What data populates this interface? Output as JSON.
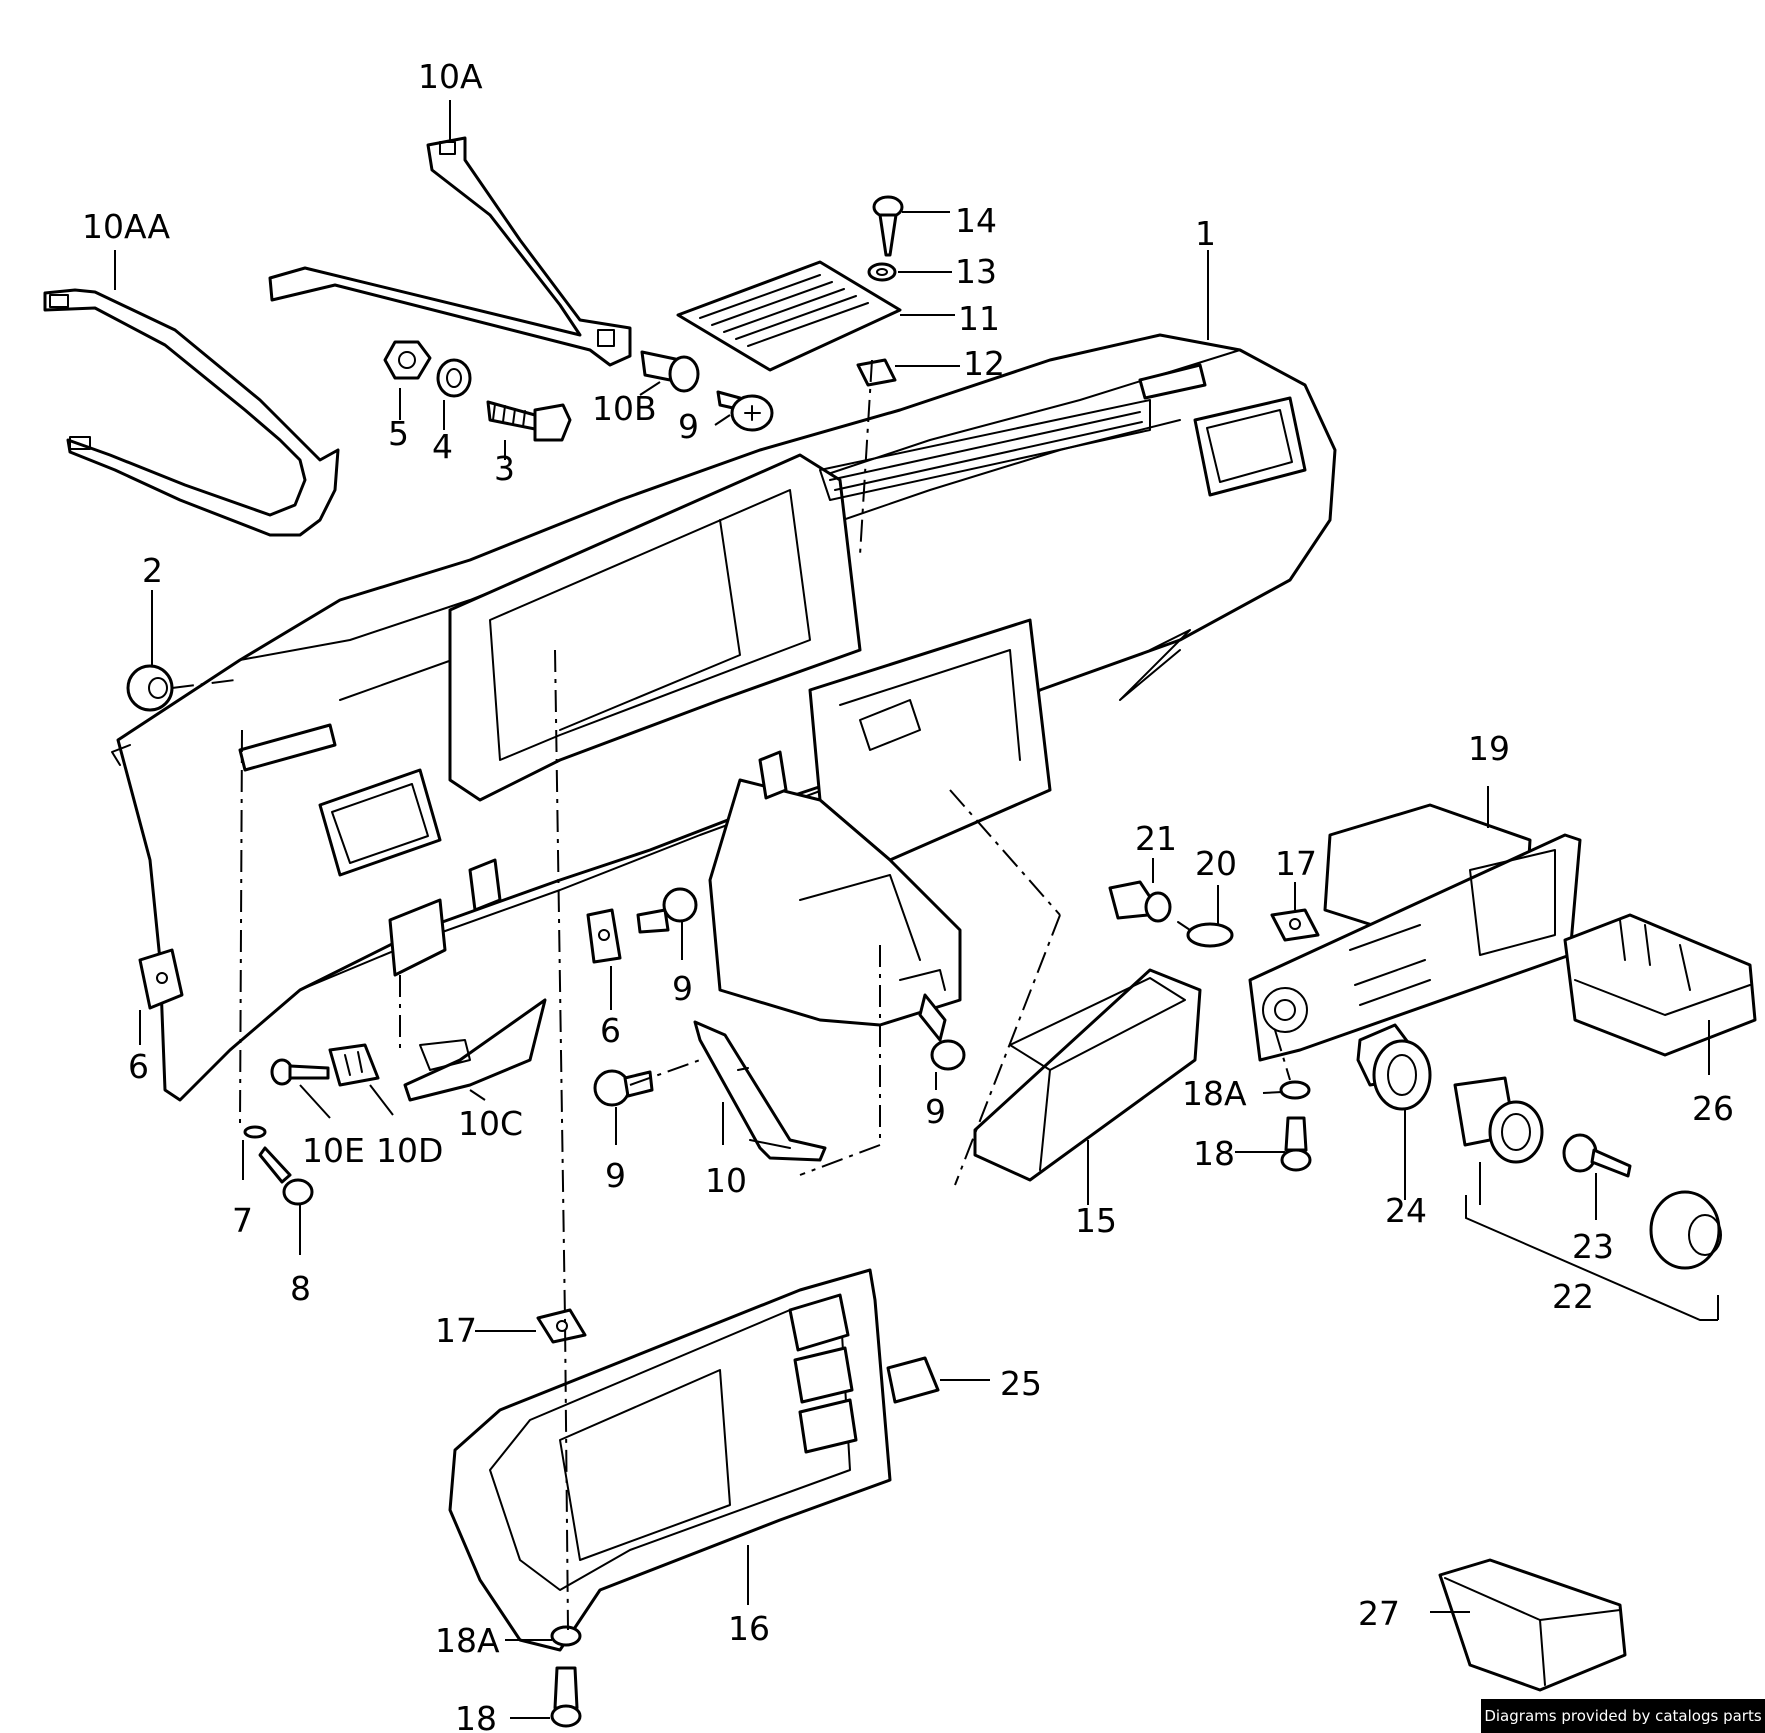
{
  "credit": "Diagrams provided by catalogs parts",
  "labels": {
    "p1": "1",
    "p2": "2",
    "p3": "3",
    "p4": "4",
    "p5": "5",
    "p6a": "6",
    "p6b": "6",
    "p7": "7",
    "p8": "8",
    "p9a": "9",
    "p9b": "9",
    "p9c": "9",
    "p9d": "9",
    "p10": "10",
    "p10a": "10A",
    "p10aa": "10AA",
    "p10b": "10B",
    "p10c": "10C",
    "p10d": "10D",
    "p10e": "10E",
    "p11": "11",
    "p12": "12",
    "p13": "13",
    "p14": "14",
    "p15": "15",
    "p16": "16",
    "p17a": "17",
    "p17b": "17",
    "p18a": "18",
    "p18b": "18",
    "p18Aa": "18A",
    "p18Ab": "18A",
    "p19": "19",
    "p20": "20",
    "p21": "21",
    "p22": "22",
    "p23": "23",
    "p24": "24",
    "p25": "25",
    "p26": "26",
    "p27": "27"
  }
}
